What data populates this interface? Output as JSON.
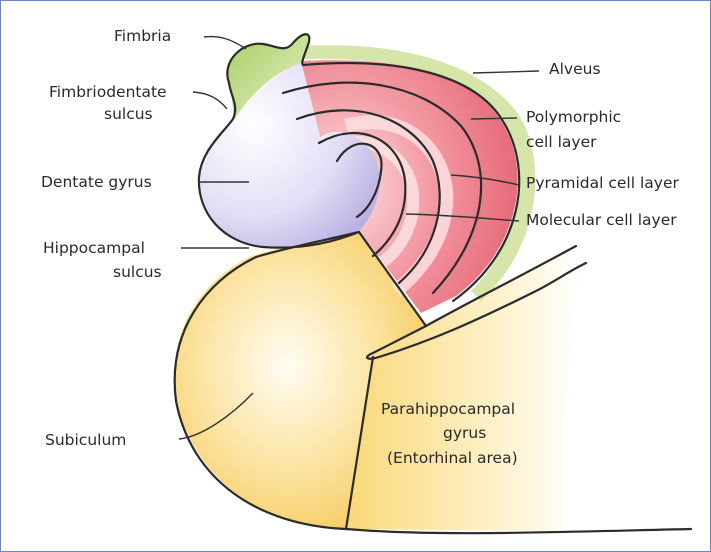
{
  "labels": {
    "fimbria": "Fimbria",
    "fimbriodentate_1": "Fimbriodentate",
    "fimbriodentate_2": "sulcus",
    "dentate": "Dentate gyrus",
    "hippocampal_1": "Hippocampal",
    "hippocampal_2": "sulcus",
    "subiculum": "Subiculum",
    "alveus": "Alveus",
    "polymorphic_1": "Polymorphic",
    "polymorphic_2": "cell layer",
    "pyramidal": "Pyramidal cell layer",
    "molecular": "Molecular cell layer",
    "parahippo_1": "Parahippocampal",
    "parahippo_2": "gyrus",
    "parahippo_3": "(Entorhinal area)"
  },
  "colors": {
    "fimbria": "#b9d77a",
    "alveus": "#c7dc8a",
    "layer_red": "#e8727e",
    "layer_pink": "#f7c9cd",
    "dentate": "#cfc7ec",
    "subiculum": "#f8cf6a",
    "parahippo": "#fbe7a2",
    "outline": "#2b2b2b"
  }
}
